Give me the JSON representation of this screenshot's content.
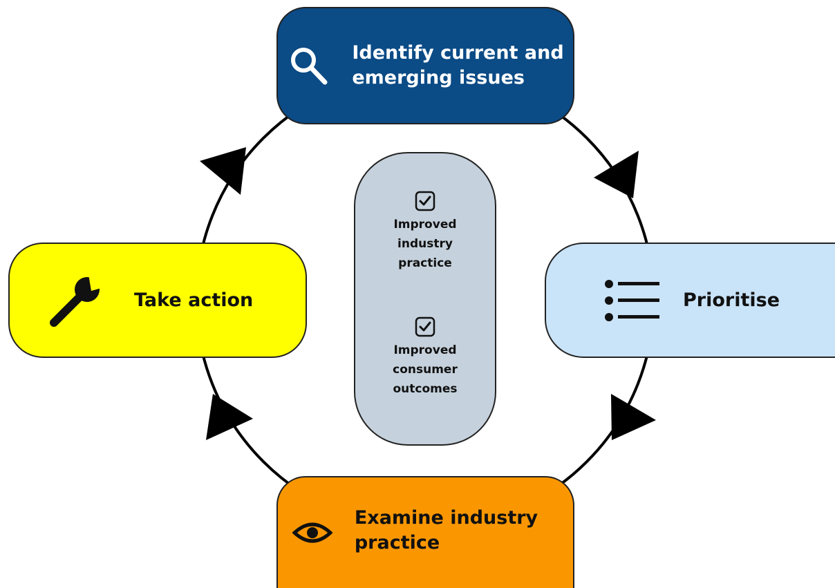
{
  "stages": {
    "identify": {
      "label": "Identify current and\nemerging issues",
      "icon": "magnifier-icon",
      "fill": "#0b4b86",
      "text_color": "#ffffff"
    },
    "prioritise": {
      "label": "Prioritise",
      "icon": "bullet-list-icon",
      "fill": "#c9e3f8",
      "text_color": "#111111"
    },
    "examine": {
      "label": "Examine industry\npractice",
      "icon": "eye-icon",
      "fill": "#fa9700",
      "text_color": "#111111"
    },
    "action": {
      "label": "Take action",
      "icon": "wrench-icon",
      "fill": "#ffff00",
      "text_color": "#111111"
    }
  },
  "center": {
    "fill": "#c5d1dc",
    "outcomes": [
      {
        "label": "Improved\nindustry\npractice",
        "icon": "checkbox-icon"
      },
      {
        "label": "Improved\nconsumer\noutcomes",
        "icon": "checkbox-icon"
      }
    ]
  },
  "cycle": {
    "direction": "clockwise",
    "arrow_color": "#000000"
  }
}
